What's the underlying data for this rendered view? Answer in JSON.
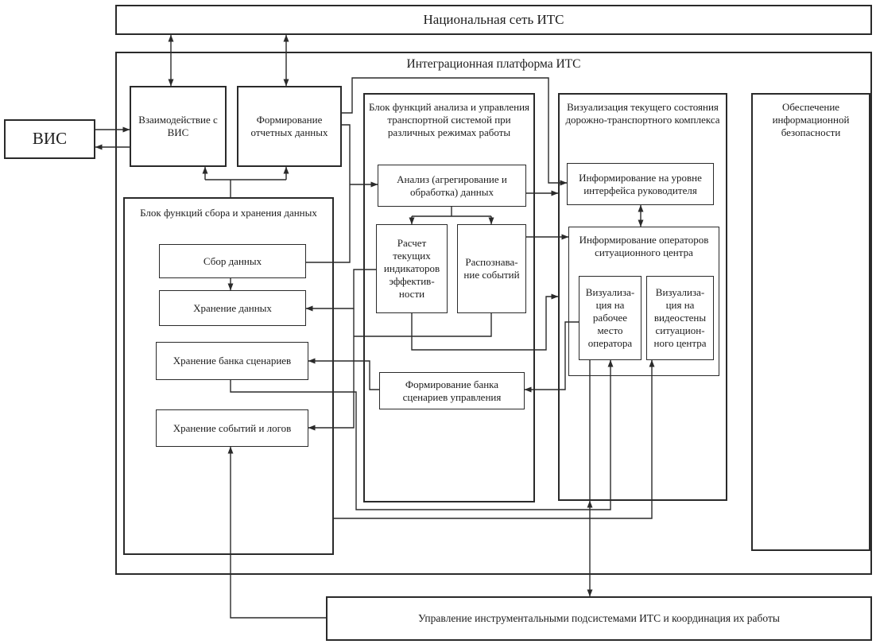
{
  "colors": {
    "ink": "#2a2a2a",
    "background": "#ffffff"
  },
  "external": {
    "national_network": "Национальная сеть ИТС",
    "vis": "ВИС",
    "subsystem_management": "Управление инструментальными подсистемами ИТС и координация их работы"
  },
  "platform": {
    "title": "Интеграционная платформа ИТС",
    "interaction_vis": "Взаимодействие с ВИС",
    "reporting": "Формирование отчетных данных",
    "security": "Обеспечение информационной безопасности",
    "storage_block": {
      "title": "Блок функций сбора и хранения данных",
      "data_collection": "Сбор данных",
      "data_storage": "Хранение данных",
      "scenario_bank_storage": "Хранение банка сценариев",
      "event_log_storage": "Хранение событий и логов"
    },
    "analysis_block": {
      "title": "Блок функций анализа и управления транспортной системой при различных режимах работы",
      "analysis": "Анализ (агрегирование и обработка) данных",
      "indicators": "Расчет текущих индикаторов эффектив­ности",
      "event_recognition": "Распознава­ние событий",
      "scenario_bank_formation": "Формирование банка сценариев управления"
    },
    "visualization_block": {
      "title": "Визуализация текущего состояния дорожно-транспортного комплекса",
      "manager_informing": "Информирование на уровне интерфейса руководителя",
      "operator_informing": {
        "title": "Информирование операторов ситуационного центра",
        "workplace_viz": "Визуализа­ция на рабочее место оператора",
        "videowall_viz": "Визуализа­ция на видеосте­ны ситуацион­ного центра"
      }
    }
  }
}
